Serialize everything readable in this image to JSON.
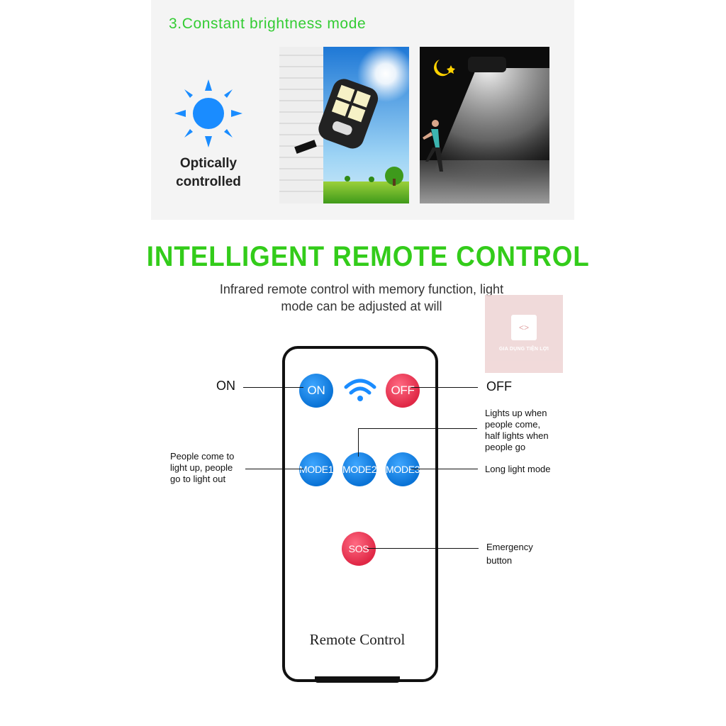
{
  "top_section": {
    "title": "3.Constant brightness mode",
    "optical_label_line1": "Optically",
    "optical_label_line2": "controlled",
    "icons": [
      "sun-icon",
      "moon-icon",
      "star-icon"
    ]
  },
  "headline": "INTELLIGENT REMOTE CONTROL",
  "subtitle_line1": "Infrared remote control with memory function, light",
  "subtitle_line2": "mode can be adjusted at will",
  "watermark": {
    "text": "GIA DỤNG TIỆN LỢI"
  },
  "remote": {
    "caption": "Remote Control",
    "buttons": {
      "on": "ON",
      "off": "OFF",
      "mode1": "MODE1",
      "mode2": "MODE2",
      "mode3": "MODE3",
      "sos": "SOS"
    },
    "signal_icon": "wifi-signal-icon"
  },
  "callouts": {
    "on": "ON",
    "off": "OFF",
    "mode1_line1": "People come to",
    "mode1_line2": "light up, people",
    "mode1_line3": "go to light out",
    "mode2_line1": "Lights up when",
    "mode2_line2": "people come,",
    "mode2_line3": "half lights when",
    "mode2_line4": "people go",
    "mode3": "Long light mode",
    "sos_line1": "Emergency",
    "sos_line2": "button"
  },
  "colors": {
    "accent_green": "#33cc1a",
    "button_blue": "#0a73d6",
    "button_red": "#e02846"
  }
}
